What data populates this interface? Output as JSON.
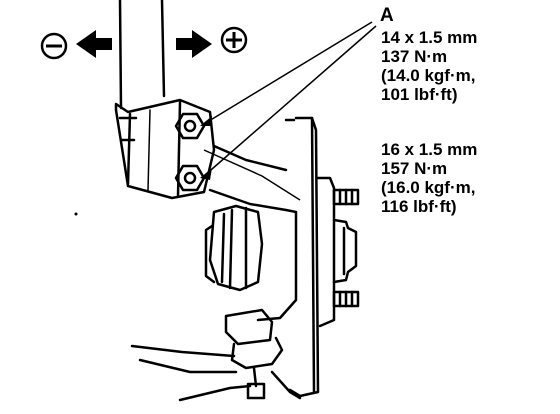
{
  "diagram": {
    "callout_letter": "A",
    "direction_icons": {
      "left": "minus-sign-icon",
      "right": "plus-sign-icon"
    },
    "specs": [
      {
        "size": "14 x 1.5 mm",
        "torque_nm": "137 N·m",
        "torque_kgf": "(14.0 kgf·m,",
        "torque_lbf": "101 lbf·ft)"
      },
      {
        "size": "16 x 1.5 mm",
        "torque_nm": "157 N·m",
        "torque_kgf": "(16.0 kgf·m,",
        "torque_lbf": "116 lbf·ft)"
      }
    ]
  }
}
